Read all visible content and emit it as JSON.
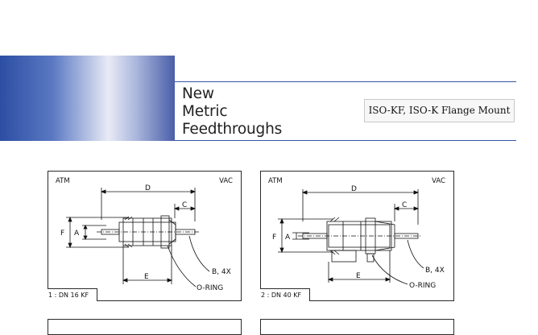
{
  "header": {
    "title_lines": [
      "New",
      "Metric",
      "Feedthroughs"
    ],
    "tag": "ISO-KF, ISO-K Flange Mount"
  },
  "diagrams": [
    {
      "side_left": "ATM",
      "side_right": "VAC",
      "labels": {
        "d": "D",
        "c": "C",
        "f": "F",
        "a": "A",
        "e": "E",
        "b": "B, 4X",
        "oring": "O-RING"
      },
      "caption": "1 : DN 16 KF"
    },
    {
      "side_left": "ATM",
      "side_right": "VAC",
      "labels": {
        "d": "D",
        "c": "C",
        "f": "F",
        "a": "A",
        "e": "E",
        "b": "B, 4X",
        "oring": "O-RING"
      },
      "caption": "2 : DN 40 KF"
    }
  ]
}
